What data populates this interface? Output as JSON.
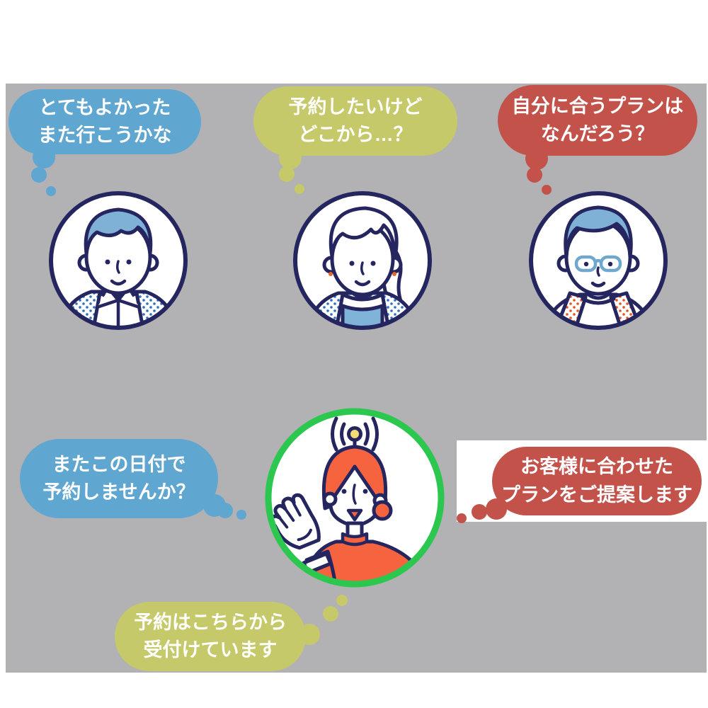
{
  "illustration": {
    "title_hint": "AI concierge reservation concept illustration",
    "customers": [
      {
        "avatar": "customer-male-blue-hair-avatar",
        "bubble": {
          "line1": "とてもよかった",
          "line2": "また行こうかな"
        },
        "bubble_color": "#5fa6d1"
      },
      {
        "avatar": "customer-female-wavy-hair-avatar",
        "bubble": {
          "line1": "予約したいけど",
          "line2": "どこから…？"
        },
        "bubble_color": "#c5c969"
      },
      {
        "avatar": "customer-glasses-avatar",
        "bubble": {
          "line1": "自分に合うプランは",
          "line2": "なんだろう？"
        },
        "bubble_color": "#c3524b"
      }
    ],
    "concierge": {
      "avatar": "ai-concierge-antenna-avatar",
      "ring_color": "#2bc74f",
      "messages": [
        {
          "line1": "またこの日付で",
          "line2": "予約しませんか？",
          "color": "#5fa6d1"
        },
        {
          "line1": "お客様に合わせた",
          "line2": "プランをご提案します",
          "color": "#c3524b"
        },
        {
          "line1": "予約はこちらから",
          "line2": "受付けています",
          "color": "#c5c969"
        }
      ]
    },
    "colors": {
      "panel_bg": "#b2b2b4",
      "canvas_bg": "#ffffff",
      "bubble_blue": "#5fa6d1",
      "bubble_olive": "#c5c969",
      "bubble_red": "#c3524b",
      "outline_navy": "#252560",
      "ring_green": "#2bc74f",
      "concierge_orange": "#f5643f",
      "antenna_yellow": "#f2dc74",
      "hair_blue": "#7fb1d6",
      "polka_dot_blue": "#2e6fc0",
      "polka_dot_orange": "#e8541f",
      "text_white": "#ffffff"
    }
  }
}
